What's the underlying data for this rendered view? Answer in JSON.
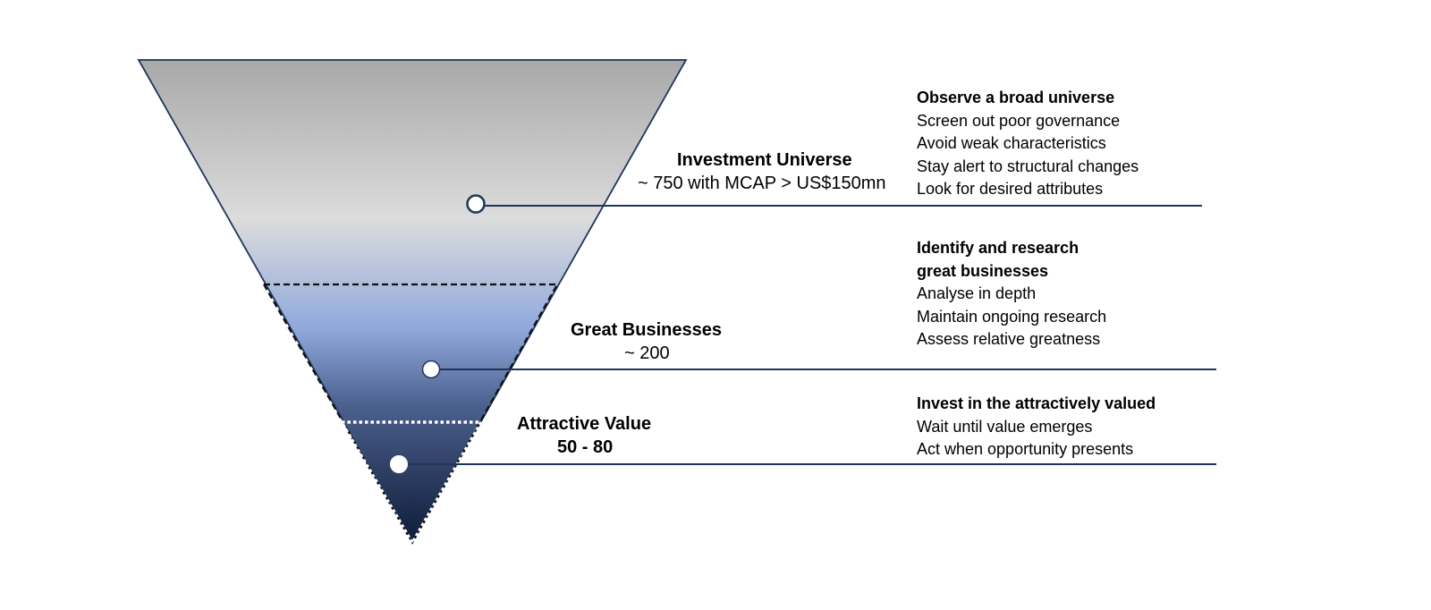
{
  "stages": [
    {
      "name": "Investment Universe",
      "count": "~ 750 with MCAP > US$150mn",
      "description_heading": [
        "Observe a broad universe"
      ],
      "description_items": [
        "Screen out poor governance",
        "Avoid weak characteristics",
        "Stay alert to structural changes",
        "Look for desired attributes"
      ]
    },
    {
      "name": "Great Businesses",
      "count": "~ 200",
      "description_heading": [
        "Identify and research",
        "great businesses"
      ],
      "description_items": [
        "Analyse in depth",
        "Maintain ongoing research",
        "Assess relative greatness"
      ]
    },
    {
      "name": "Attractive Value",
      "count": "50 - 80",
      "description_heading": [
        "Invest in the attractively valued"
      ],
      "description_items": [
        "Wait until value emerges",
        "Act when opportunity presents"
      ]
    }
  ],
  "colors": {
    "funnel_top": "#a8a8a8",
    "funnel_light": "#dcdcdc",
    "funnel_blue": "#8fa8dc",
    "funnel_mid": "#4a5f8c",
    "funnel_dark": "#0f1c38",
    "outline": "#1f3559",
    "leader_line": "#1f3559"
  }
}
